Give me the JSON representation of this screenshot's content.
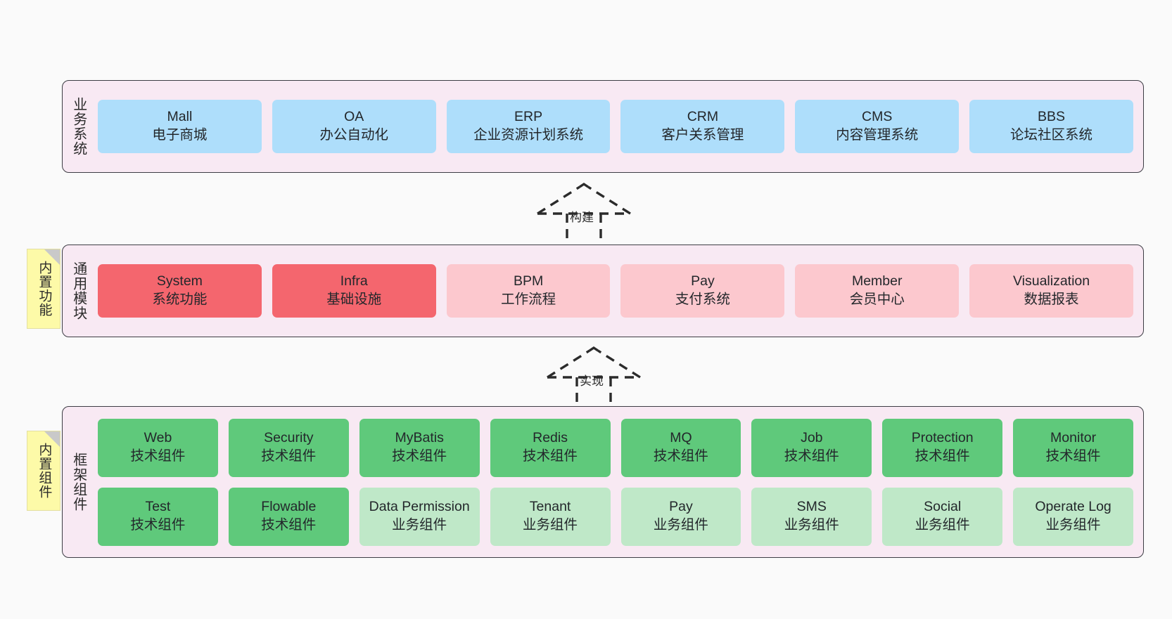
{
  "diagram": {
    "background_color": "#fafafa",
    "panel_bg": "#f8e9f3",
    "panel_border": "#3d3d44"
  },
  "layers": [
    {
      "id": "business-systems",
      "title": "业务系统",
      "rows": [
        {
          "nodes": [
            {
              "title": "Mall",
              "sub": "电子商城",
              "color": "#aedefb",
              "variant": "c-blue"
            },
            {
              "title": "OA",
              "sub": "办公自动化",
              "color": "#aedefb",
              "variant": "c-blue"
            },
            {
              "title": "ERP",
              "sub": "企业资源计划系统",
              "color": "#aedefb",
              "variant": "c-blue"
            },
            {
              "title": "CRM",
              "sub": "客户关系管理",
              "color": "#aedefb",
              "variant": "c-blue"
            },
            {
              "title": "CMS",
              "sub": "内容管理系统",
              "color": "#aedefb",
              "variant": "c-blue"
            },
            {
              "title": "BBS",
              "sub": "论坛社区系统",
              "color": "#aedefb",
              "variant": "c-blue"
            }
          ]
        }
      ]
    },
    {
      "id": "common-modules",
      "title": "通用模块",
      "note": "内置功能",
      "rows": [
        {
          "nodes": [
            {
              "title": "System",
              "sub": "系统功能",
              "color": "#f4666e",
              "variant": "c-red"
            },
            {
              "title": "Infra",
              "sub": "基础设施",
              "color": "#f4666e",
              "variant": "c-red"
            },
            {
              "title": "BPM",
              "sub": "工作流程",
              "color": "#fcc8ce",
              "variant": "c-pink"
            },
            {
              "title": "Pay",
              "sub": "支付系统",
              "color": "#fcc8ce",
              "variant": "c-pink"
            },
            {
              "title": "Member",
              "sub": "会员中心",
              "color": "#fcc8ce",
              "variant": "c-pink"
            },
            {
              "title": "Visualization",
              "sub": "数据报表",
              "color": "#fcc8ce",
              "variant": "c-pink"
            }
          ]
        }
      ]
    },
    {
      "id": "framework-components",
      "title": "框架组件",
      "note": "内置组件",
      "rows": [
        {
          "nodes": [
            {
              "title": "Web",
              "sub": "技术组件",
              "color": "#5fc97b",
              "variant": "c-green"
            },
            {
              "title": "Security",
              "sub": "技术组件",
              "color": "#5fc97b",
              "variant": "c-green"
            },
            {
              "title": "MyBatis",
              "sub": "技术组件",
              "color": "#5fc97b",
              "variant": "c-green"
            },
            {
              "title": "Redis",
              "sub": "技术组件",
              "color": "#5fc97b",
              "variant": "c-green"
            },
            {
              "title": "MQ",
              "sub": "技术组件",
              "color": "#5fc97b",
              "variant": "c-green"
            },
            {
              "title": "Job",
              "sub": "技术组件",
              "color": "#5fc97b",
              "variant": "c-green"
            },
            {
              "title": "Protection",
              "sub": "技术组件",
              "color": "#5fc97b",
              "variant": "c-green"
            },
            {
              "title": "Monitor",
              "sub": "技术组件",
              "color": "#5fc97b",
              "variant": "c-green"
            }
          ]
        },
        {
          "nodes": [
            {
              "title": "Test",
              "sub": "技术组件",
              "color": "#5fc97b",
              "variant": "c-green"
            },
            {
              "title": "Flowable",
              "sub": "技术组件",
              "color": "#5fc97b",
              "variant": "c-green"
            },
            {
              "title": "Data Permission",
              "sub": "业务组件",
              "color": "#bfe8c8",
              "variant": "c-lightgreen",
              "wrap": true
            },
            {
              "title": "Tenant",
              "sub": "业务组件",
              "color": "#bfe8c8",
              "variant": "c-lightgreen"
            },
            {
              "title": "Pay",
              "sub": "业务组件",
              "color": "#bfe8c8",
              "variant": "c-lightgreen"
            },
            {
              "title": "SMS",
              "sub": "业务组件",
              "color": "#bfe8c8",
              "variant": "c-lightgreen"
            },
            {
              "title": "Social",
              "sub": "业务组件",
              "color": "#bfe8c8",
              "variant": "c-lightgreen"
            },
            {
              "title": "Operate Log",
              "sub": "业务组件",
              "color": "#bfe8c8",
              "variant": "c-lightgreen"
            }
          ]
        }
      ]
    }
  ],
  "connectors": [
    {
      "id": "build",
      "label": "构建",
      "from": "common-modules",
      "to": "business-systems",
      "style": "dashed-generalization"
    },
    {
      "id": "implement",
      "label": "实现",
      "from": "framework-components",
      "to": "common-modules",
      "style": "dashed-generalization"
    }
  ]
}
